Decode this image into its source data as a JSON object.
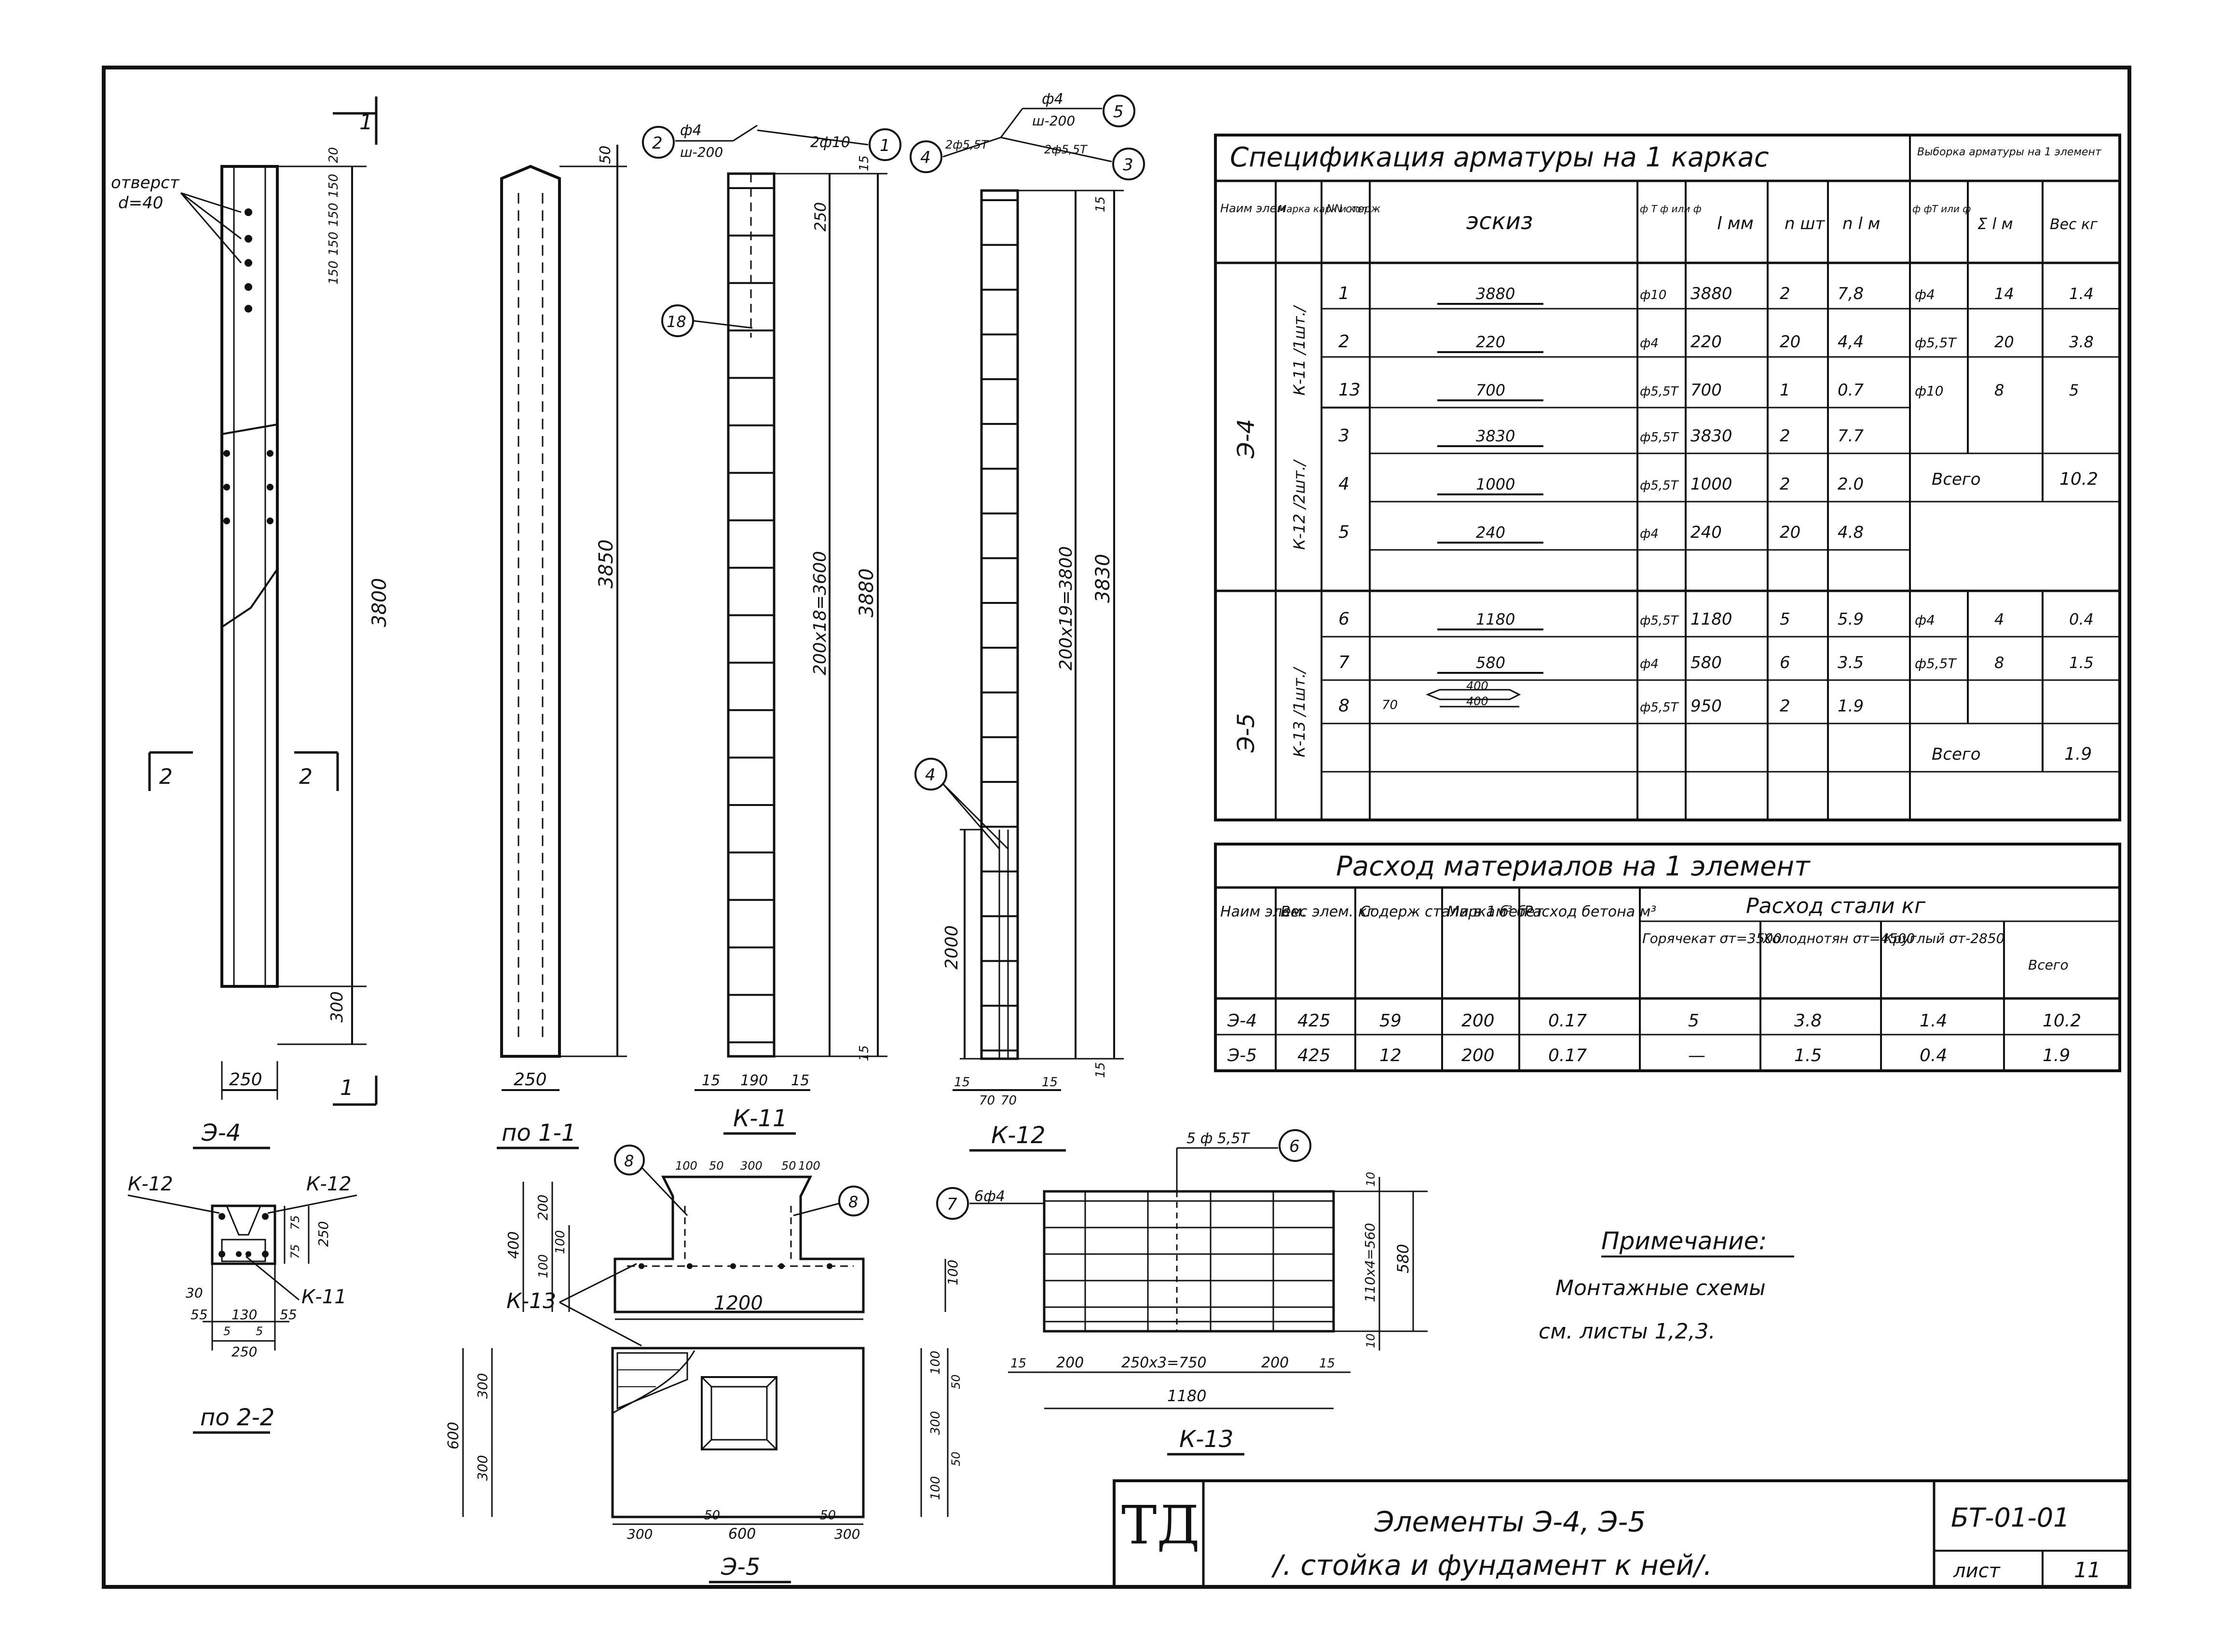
{
  "section_marks": {
    "s1": "1",
    "s2": "2"
  },
  "element_e4": {
    "title": "Э-4",
    "hole_note_1": "отверст",
    "hole_note_2": "d=40",
    "height": "3800",
    "base": "300",
    "width": "250",
    "spacings": [
      "20",
      "150",
      "150",
      "150",
      "150"
    ]
  },
  "section_1_1": {
    "title": "по 1-1",
    "height": "3850",
    "top": "50",
    "width": "250"
  },
  "frame_k11": {
    "title": "К-11",
    "callout_18": "18",
    "callout_1": "1",
    "callout_2": "2",
    "bar_1": "2ф10",
    "bar_2_top": "ф4",
    "bar_2_bot": "ш-200",
    "top": "250",
    "top_off": "15",
    "pitch": "200x18=3600",
    "length": "3880",
    "bottom": [
      "15",
      "190",
      "15"
    ],
    "bottom_off": "15"
  },
  "frame_k12": {
    "title": "К-12",
    "callout_3": "3",
    "callout_4": "4",
    "callout_5": "5",
    "bar_5_top": "ф4",
    "bar_5_bot": "ш-200",
    "bar_4": "2ф5,5Т",
    "bar_3": "2ф5,5Т",
    "top_off": "15",
    "pitch": "200x19=3800",
    "length": "3830",
    "lower": "2000",
    "bottom": [
      "15",
      "70",
      "70",
      "15"
    ],
    "bottom_off": "15"
  },
  "spec_table": {
    "title": "Спецификация арматуры на 1 каркас",
    "sample_title": "Выборка арматуры на 1 элемент",
    "headers": [
      "Наим элем",
      "Марка карк и кол",
      "NN стерж",
      "эскиз",
      "ф Т ф или ф",
      "l мм",
      "n шт",
      "n l м",
      "ф фТ или ф",
      "Σ l м",
      "Вес кг"
    ],
    "rows": [
      {
        "group": "Э-4",
        "frame": "К-11 /1шт./",
        "n": "1",
        "sketch": "3880",
        "d": "ф10",
        "l": "3880",
        "q": "2",
        "nl": "7,8",
        "sd": "ф4",
        "sl": "14",
        "sw": "1.4"
      },
      {
        "n": "2",
        "sketch": "220",
        "d": "ф4",
        "l": "220",
        "q": "20",
        "nl": "4,4",
        "sd": "ф5,5Т",
        "sl": "20",
        "sw": "3.8"
      },
      {
        "n": "13",
        "sketch": "700",
        "d": "ф5,5Т",
        "l": "700",
        "q": "1",
        "nl": "0.7",
        "sd": "ф10",
        "sl": "8",
        "sw": "5"
      },
      {
        "frame": "К-12 /2шт./",
        "n": "3",
        "sketch": "3830",
        "d": "ф5,5Т",
        "l": "3830",
        "q": "2",
        "nl": "7.7"
      },
      {
        "n": "4",
        "sketch": "1000",
        "d": "ф5,5Т",
        "l": "1000",
        "q": "2",
        "nl": "2.0",
        "total_label": "Всего",
        "total": "10.2"
      },
      {
        "n": "5",
        "sketch": "240",
        "d": "ф4",
        "l": "240",
        "q": "20",
        "nl": "4.8"
      },
      {
        "group": "Э-5",
        "frame": "К-13 /1шт./",
        "n": "6",
        "sketch": "1180",
        "d": "ф5,5Т",
        "l": "1180",
        "q": "5",
        "nl": "5.9",
        "sd": "ф4",
        "sl": "4",
        "sw": "0.4"
      },
      {
        "n": "7",
        "sketch": "580",
        "d": "ф4",
        "l": "580",
        "q": "6",
        "nl": "3.5",
        "sd": "ф5,5Т",
        "sl": "8",
        "sw": "1.5"
      },
      {
        "n": "8",
        "sketch_a": "400",
        "sketch_b": "400",
        "sketch_c": "70",
        "d": "ф5,5Т",
        "l": "950",
        "q": "2",
        "nl": "1.9"
      },
      {
        "total_label": "Всего",
        "total": "1.9"
      }
    ]
  },
  "materials_table": {
    "title": "Расход материалов на 1 элемент",
    "steel_group": "Расход стали кг",
    "headers": [
      "Наим элем.",
      "Вес элем. кг",
      "Содерж стали в 1м³ бет",
      "Марка бет",
      "Расход бетона м³",
      "Горячекат σт=3500",
      "Холоднотян σт=4500",
      "Круглый σт-2850",
      "Всего"
    ],
    "rows": [
      [
        "Э-4",
        "425",
        "59",
        "200",
        "0.17",
        "5",
        "3.8",
        "1.4",
        "10.2"
      ],
      [
        "Э-5",
        "425",
        "12",
        "200",
        "0.17",
        "—",
        "1.5",
        "0.4",
        "1.9"
      ]
    ]
  },
  "section_2_2": {
    "title": "по 2-2",
    "k12a": "К-12",
    "k12b": "К-12",
    "k11": "К-11",
    "dims": [
      "30",
      "55",
      "130",
      "55",
      "5",
      "5",
      "250",
      "75",
      "75",
      "250"
    ]
  },
  "element_e5": {
    "title": "Э-5",
    "k13": "К-13",
    "callout_8": "8",
    "elev_top": [
      "100",
      "50",
      "300",
      "50",
      "100"
    ],
    "elev_left": [
      "400",
      "200",
      "100",
      "100"
    ],
    "elev_right": "100",
    "elev_width": "1200",
    "plan_left": [
      "600",
      "300",
      "300"
    ],
    "plan_right": [
      "100",
      "50",
      "300",
      "50",
      "100"
    ],
    "plan_bottom": [
      "300",
      "50",
      "600",
      "50",
      "300"
    ]
  },
  "frame_k13": {
    "title": "К-13",
    "callout_6": "6",
    "callout_7": "7",
    "bar_6": "5 ф 5,5Т",
    "bar_7": "6ф4",
    "right_top": "10",
    "right_mid": "110x4=560",
    "right_bot": "10",
    "height": "580",
    "bottom": [
      "15",
      "200",
      "250x3=750",
      "200",
      "15"
    ],
    "length": "1180"
  },
  "note": {
    "title": "Примечание:",
    "line1": "Монтажные схемы",
    "line2": "см. листы 1,2,3."
  },
  "title_block": {
    "logo": "ТД",
    "line1": "Элементы Э-4, Э-5",
    "line2": "/. стойка и фундамент к ней/.",
    "code": "БТ-01-01",
    "sheet_label": "лист",
    "sheet": "11"
  }
}
